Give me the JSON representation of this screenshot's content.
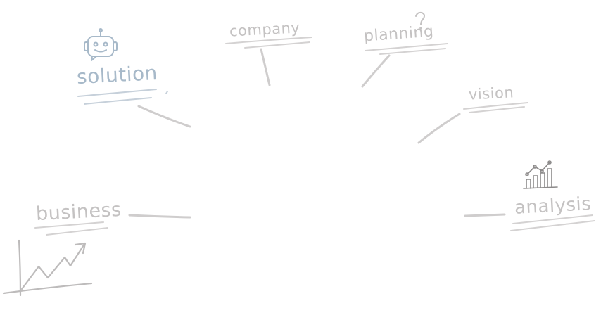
{
  "diagram": {
    "nodes": [
      {
        "id": "solution",
        "label": "solution",
        "icon": "robot-icon",
        "color": "#a7b9c9"
      },
      {
        "id": "company",
        "label": "company",
        "icon": "",
        "color": "#c4c2c2"
      },
      {
        "id": "planning",
        "label": "planning",
        "icon": "question-mark-icon",
        "color": "#c4c2c2"
      },
      {
        "id": "vision",
        "label": "vision",
        "icon": "",
        "color": "#c4c2c2"
      },
      {
        "id": "analysis",
        "label": "analysis",
        "icon": "bar-chart-icon",
        "color": "#c4c2c2"
      },
      {
        "id": "business",
        "label": "business",
        "icon": "growth-chart-icon",
        "color": "#c4c2c2"
      }
    ],
    "line_color": "#cfcdcd",
    "underline_color": "#d4d2d2",
    "solution_underline_color": "#c6d0da"
  }
}
